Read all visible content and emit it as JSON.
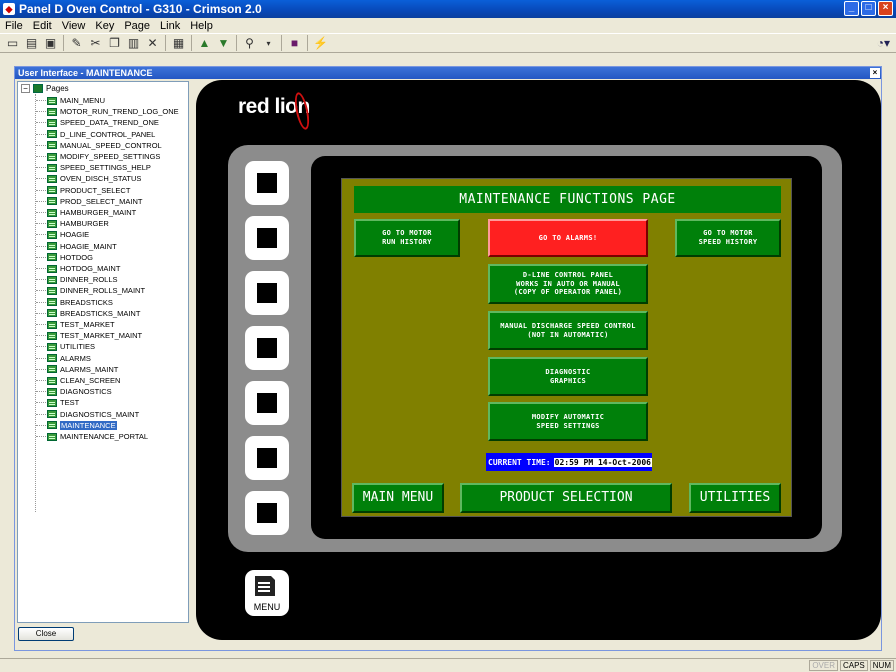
{
  "window": {
    "title": "Panel D Oven Control - G310 - Crimson 2.0"
  },
  "menu": [
    "File",
    "Edit",
    "View",
    "Key",
    "Page",
    "Link",
    "Help"
  ],
  "toolbar": {
    "icons": [
      "new-icon",
      "open-icon",
      "save-icon",
      "pen-icon",
      "cut-icon",
      "copy-icon",
      "paste-icon",
      "delete-icon",
      "view-icon",
      "up-arrow-icon",
      "down-arrow-icon",
      "zoom-icon",
      "display-icon",
      "lightning-icon",
      "help-icon"
    ]
  },
  "doc": {
    "title": "User Interface - MAINTENANCE"
  },
  "tree": {
    "root": "Pages",
    "items": [
      "MAIN_MENU",
      "MOTOR_RUN_TREND_LOG_ONE",
      "SPEED_DATA_TREND_ONE",
      "D_LINE_CONTROL_PANEL",
      "MANUAL_SPEED_CONTROL",
      "MODIFY_SPEED_SETTINGS",
      "SPEED_SETTINGS_HELP",
      "OVEN_DISCH_STATUS",
      "PRODUCT_SELECT",
      "PROD_SELECT_MAINT",
      "HAMBURGER_MAINT",
      "HAMBURGER",
      "HOAGIE",
      "HOAGIE_MAINT",
      "HOTDOG",
      "HOTDOG_MAINT",
      "DINNER_ROLLS",
      "DINNER_ROLLS_MAINT",
      "BREADSTICKS",
      "BREADSTICKS_MAINT",
      "TEST_MARKET",
      "TEST_MARKET_MAINT",
      "UTILITIES",
      "ALARMS",
      "ALARMS_MAINT",
      "CLEAN_SCREEN",
      "DIAGNOSTICS",
      "TEST",
      "DIAGNOSTICS_MAINT",
      "MAINTENANCE",
      "MAINTENANCE_PORTAL"
    ],
    "selected": "MAINTENANCE"
  },
  "close_label": "Close",
  "device": {
    "logo": "red lion",
    "menu_key": "MENU"
  },
  "hmi": {
    "title": "MAINTENANCE FUNCTIONS PAGE",
    "btn_motor_run": "GO TO MOTOR\nRUN HISTORY",
    "btn_alarms": "GO TO ALARMS!",
    "btn_motor_speed": "GO TO MOTOR\nSPEED HISTORY",
    "btn_dline": "D-LINE CONTROL PANEL\nWORKS IN AUTO OR MANUAL\n(COPY OF OPERATOR PANEL)",
    "btn_manual": "MANUAL DISCHARGE SPEED CONTROL\n(NOT IN AUTOMATIC)",
    "btn_diag": "DIAGNOSTIC\nGRAPHICS",
    "btn_modify": "MODIFY AUTOMATIC\nSPEED SETTINGS",
    "time_label": "CURRENT TIME:",
    "time_value": "02:59 PM 14-Oct-2006",
    "btn_main_menu": "MAIN MENU",
    "btn_product": "PRODUCT SELECTION",
    "btn_utilities": "UTILITIES"
  },
  "colors": {
    "hmi_bg": "#808000",
    "hmi_button": "#00800a",
    "alarm_button": "#ff2020",
    "time_bg": "#0000ff"
  },
  "status": {
    "over": "OVER",
    "caps": "CAPS",
    "num": "NUM"
  }
}
